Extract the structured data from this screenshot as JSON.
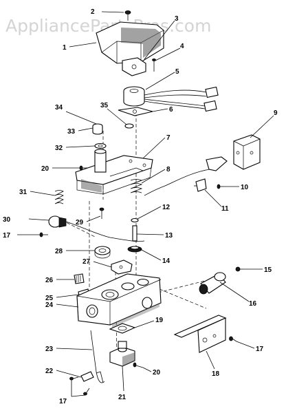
{
  "watermark": "AppliancePartsPros.com",
  "callouts": [
    {
      "id": "c1",
      "label": "1"
    },
    {
      "id": "c2",
      "label": "2"
    },
    {
      "id": "c3",
      "label": "3"
    },
    {
      "id": "c4",
      "label": "4"
    },
    {
      "id": "c5",
      "label": "5"
    },
    {
      "id": "c6",
      "label": "6"
    },
    {
      "id": "c7",
      "label": "7"
    },
    {
      "id": "c8",
      "label": "8"
    },
    {
      "id": "c9",
      "label": "9"
    },
    {
      "id": "c10",
      "label": "10"
    },
    {
      "id": "c11",
      "label": "11"
    },
    {
      "id": "c12",
      "label": "12"
    },
    {
      "id": "c13",
      "label": "13"
    },
    {
      "id": "c14",
      "label": "14"
    },
    {
      "id": "c15",
      "label": "15"
    },
    {
      "id": "c16",
      "label": "16"
    },
    {
      "id": "c17a",
      "label": "17"
    },
    {
      "id": "c17b",
      "label": "17"
    },
    {
      "id": "c17c",
      "label": "17"
    },
    {
      "id": "c18",
      "label": "18"
    },
    {
      "id": "c19",
      "label": "19"
    },
    {
      "id": "c20a",
      "label": "20"
    },
    {
      "id": "c20b",
      "label": "20"
    },
    {
      "id": "c21",
      "label": "21"
    },
    {
      "id": "c22",
      "label": "22"
    },
    {
      "id": "c23",
      "label": "23"
    },
    {
      "id": "c24",
      "label": "24"
    },
    {
      "id": "c25",
      "label": "25"
    },
    {
      "id": "c26",
      "label": "26"
    },
    {
      "id": "c27",
      "label": "27"
    },
    {
      "id": "c28",
      "label": "28"
    },
    {
      "id": "c29",
      "label": "29"
    },
    {
      "id": "c30",
      "label": "30"
    },
    {
      "id": "c31",
      "label": "31"
    },
    {
      "id": "c32",
      "label": "32"
    },
    {
      "id": "c33",
      "label": "33"
    },
    {
      "id": "c34",
      "label": "34"
    },
    {
      "id": "c35",
      "label": "35"
    }
  ]
}
